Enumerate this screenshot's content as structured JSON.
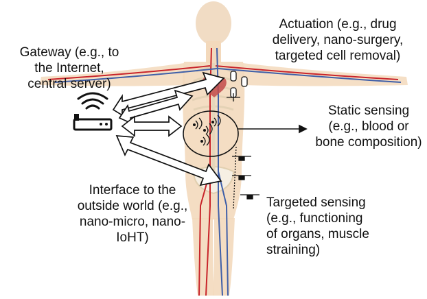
{
  "labels": {
    "gateway": [
      "Gateway (e.g., to",
      "the Internet,",
      "central server)"
    ],
    "actuation": [
      "Actuation (e.g., drug",
      "delivery, nano-surgery,",
      "targeted cell removal)"
    ],
    "static_sensing": [
      "Static sensing",
      "(e.g., blood or",
      "bone composition)"
    ],
    "interface": [
      "Interface to the",
      "outside world (e.g.,",
      "nano-micro, nano-",
      "IoHT)"
    ],
    "targeted_sensing": [
      "Targeted sensing",
      "(e.g., functioning",
      "of organs, muscle",
      "straining)"
    ]
  },
  "icons": {
    "router": "wifi-router-icon",
    "body": "human-anatomy-figure",
    "nanodevice": "nano-device-icon",
    "drone": "nano-drone-icon"
  },
  "colors": {
    "skin": "#f3d9bc",
    "bone": "#f6efe3",
    "artery": "#c8242a",
    "vein": "#3f5fa8",
    "text": "#111111",
    "arrow_stroke": "#111111",
    "arrow_fill": "#ffffff"
  }
}
